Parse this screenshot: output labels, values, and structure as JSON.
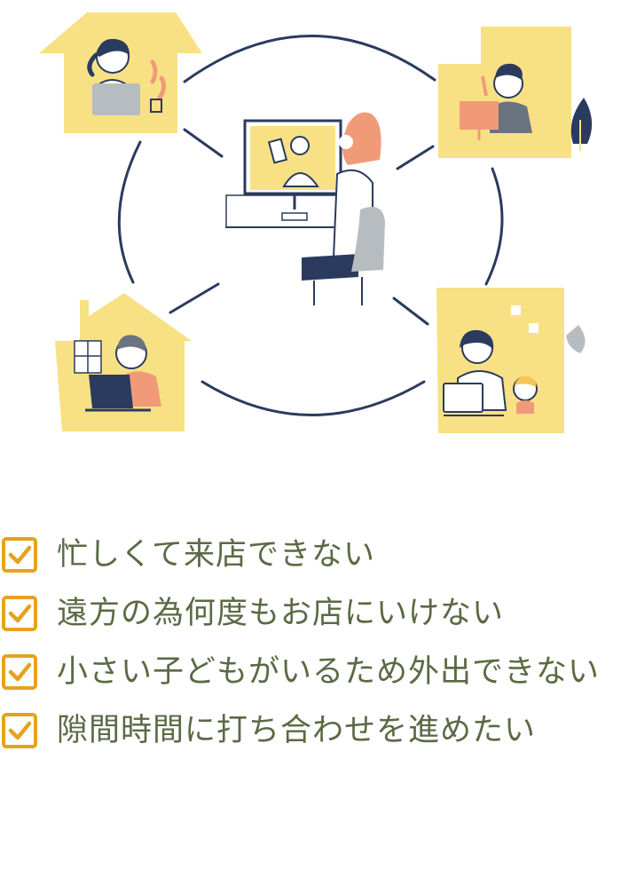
{
  "checklist": {
    "items": [
      "忙しくて来店できない",
      "遠方の為何度もお店にいけない",
      "小さい子どもがいるため外出できない",
      "隙間時間に打ち合わせを進めたい"
    ]
  },
  "colors": {
    "house_yellow": "#f8e184",
    "line_navy": "#2a3b5e",
    "text_olive": "#5a6a44",
    "check_orange": "#e6a21e",
    "accent_salmon": "#f19a78",
    "skin": "#ffffff",
    "laptop_gray": "#b7bcc0"
  },
  "icons": [
    "checkbox-checked-icon"
  ]
}
